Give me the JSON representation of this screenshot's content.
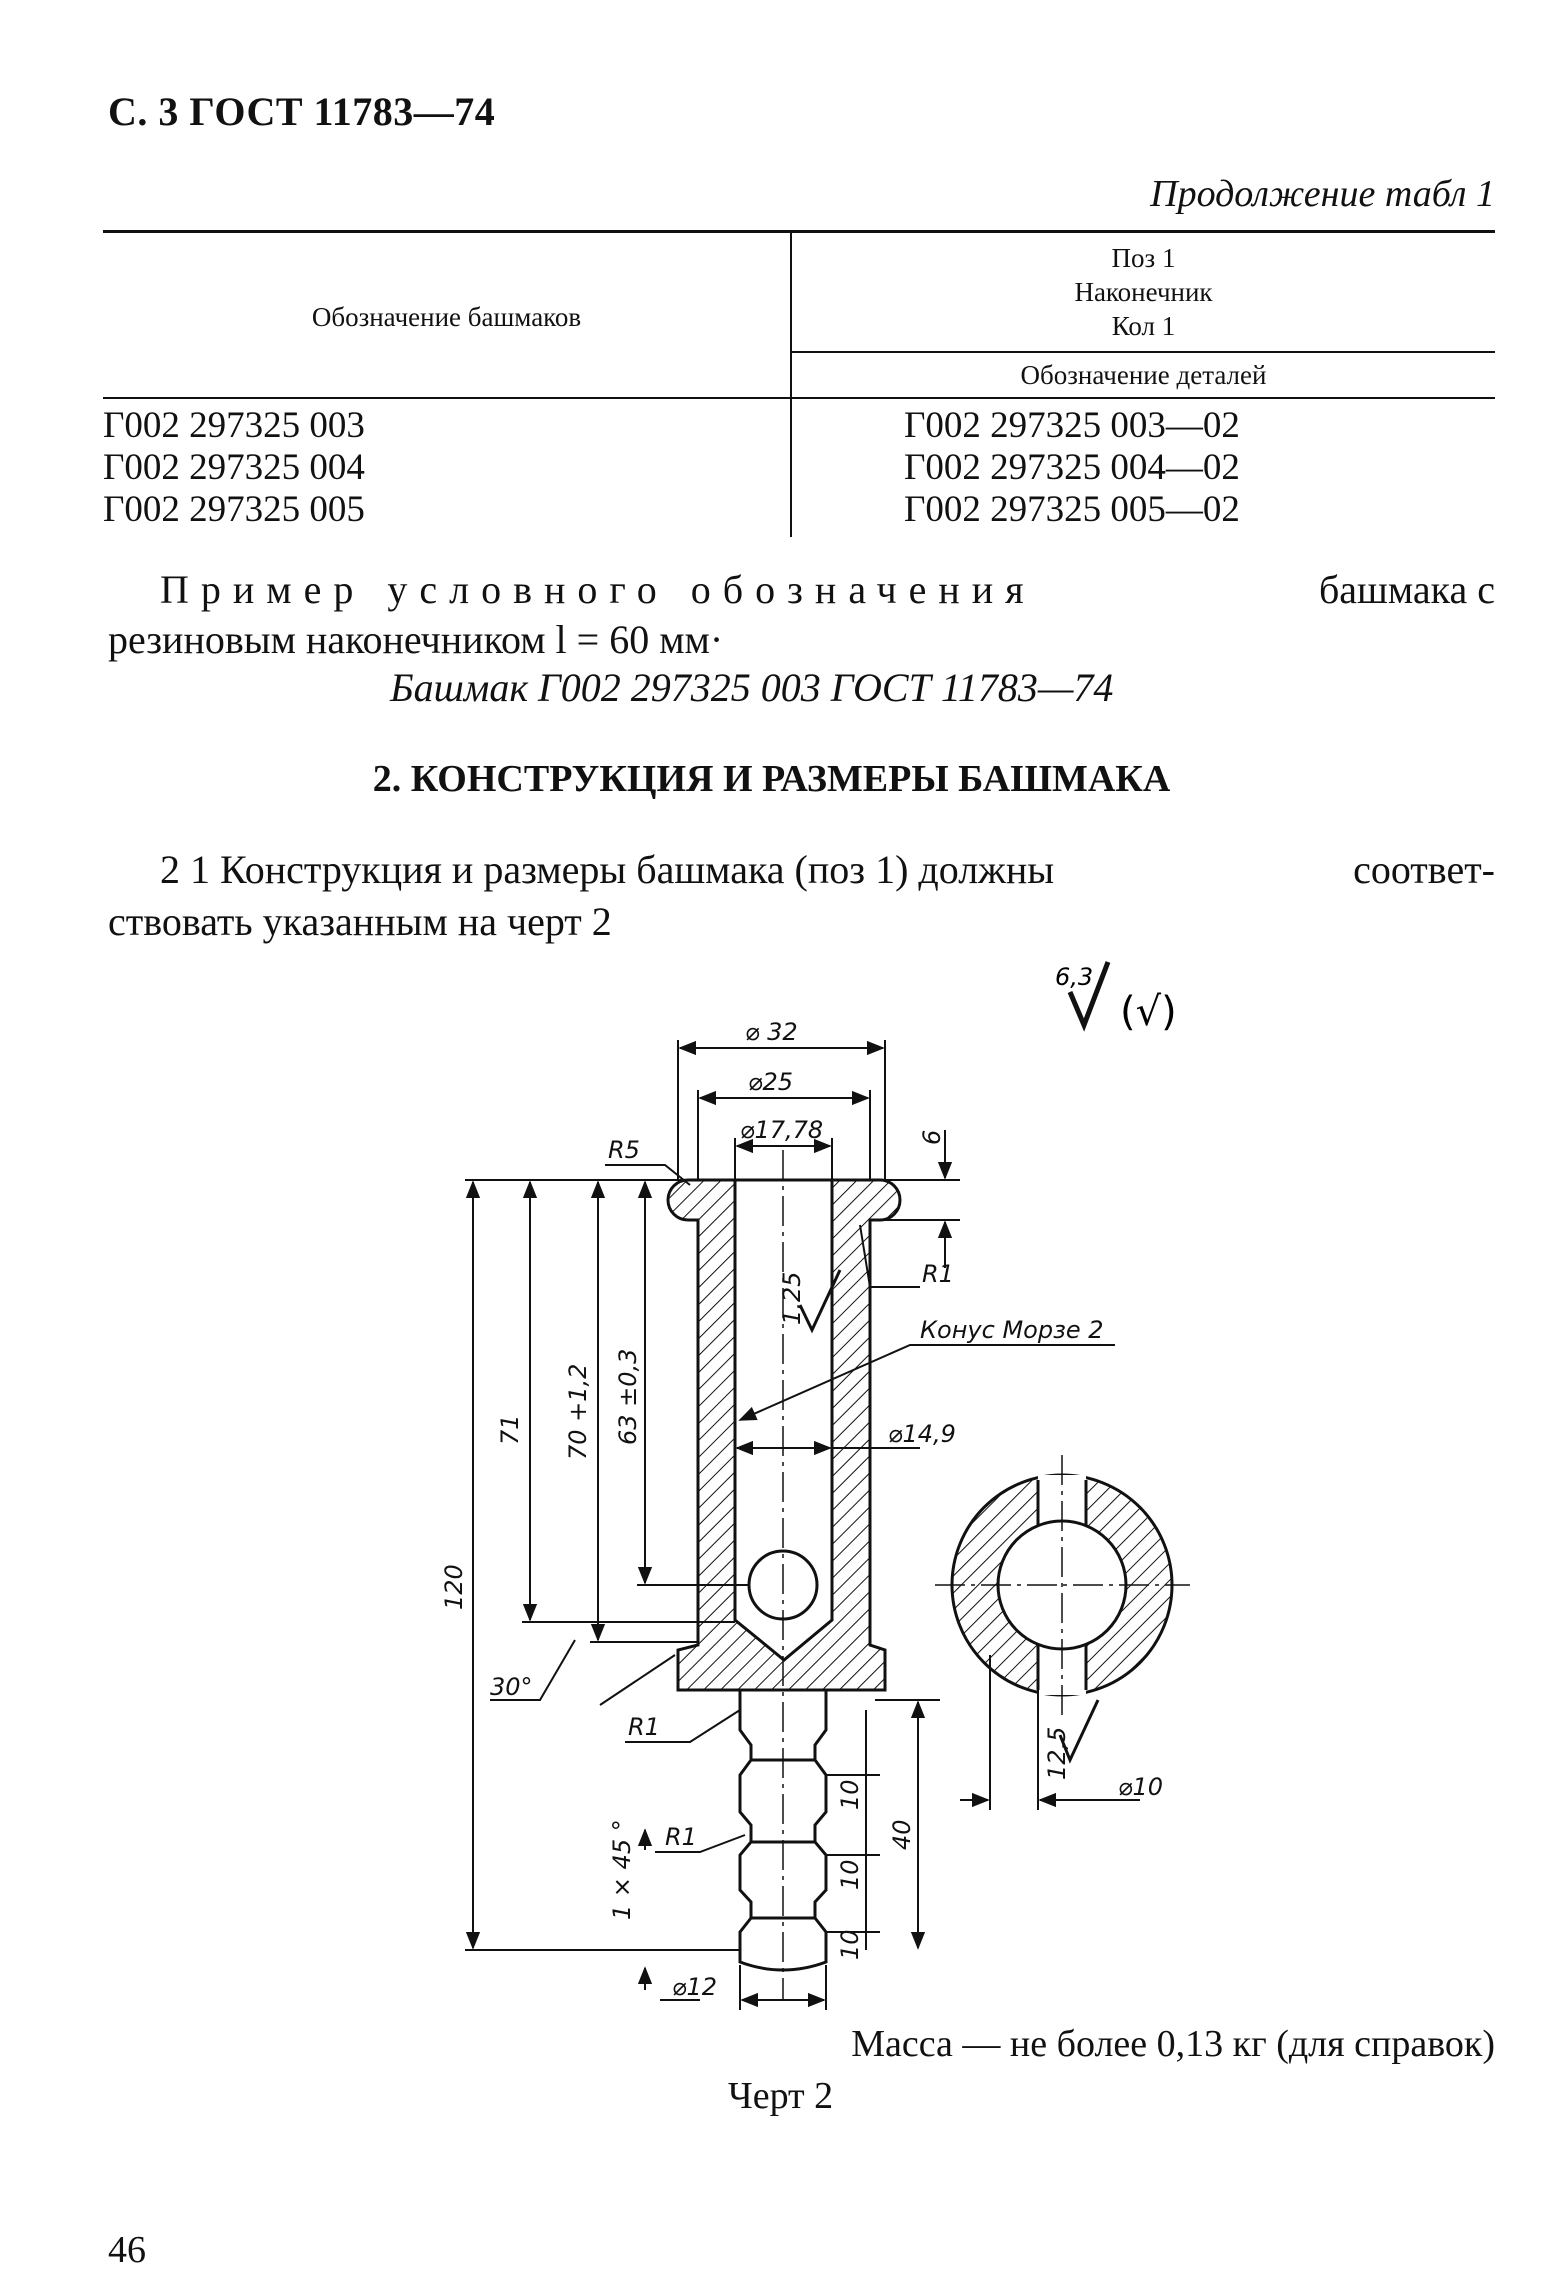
{
  "header": "С. 3 ГОСТ 11783—74",
  "table_caption": "Продолжение табл  1",
  "table": {
    "col1_header": "Обозначение башмаков",
    "col2_header_lines": [
      "Поз  1",
      "Наконечник",
      "Кол  1"
    ],
    "col2_subheader": "Обозначение деталей",
    "rows": [
      [
        "Г002 297325 003",
        "Г002 297325 003—02"
      ],
      [
        "Г002 297325 004",
        "Г002 297325 004—02"
      ],
      [
        "Г002 297325 005",
        "Г002 297325 005—02"
      ]
    ]
  },
  "example": {
    "spaced": "Пример условного обозначения",
    "line1_end": "башмака с",
    "line2": "резиновым наконечником l = 60 мм·",
    "designation": "Башмак Г002 297325 003 ГОСТ 11783—74"
  },
  "section_title": "2. КОНСТРУКЦИЯ И РАЗМЕРЫ БАШМАКА",
  "paragraph": {
    "line1_start": "2 1  Конструкция и размеры башмака (поз  1) должны",
    "line1_end": "соответ-",
    "line2": "ствовать указанным на черт  2"
  },
  "drawing": {
    "roughness_main": "6,3",
    "roughness_other": "(√)",
    "dims": {
      "d32": "⌀ 32",
      "d25": "⌀25",
      "d17": "⌀17,78",
      "r5": "R5",
      "six": "6",
      "r1_top": "R1",
      "cone": "Конус  Морзе 2",
      "d149": "⌀14,9",
      "rough125": "1,25",
      "rough125b": "12,5",
      "d10": "⌀10",
      "d71": "71",
      "d70": "70 +1,2",
      "d63": "63 ±0,3",
      "d120": "120",
      "angle30": "30°",
      "r1_mid": "R1",
      "r1_low": "R1",
      "chamfer": "1 × 45 °",
      "ten1": "10",
      "ten2": "10",
      "ten3": "10",
      "forty": "40",
      "d12": "⌀12"
    }
  },
  "mass": "Масса — не более 0,13 кг (для справок)",
  "figure_caption": "Черт  2",
  "page_number": "46"
}
